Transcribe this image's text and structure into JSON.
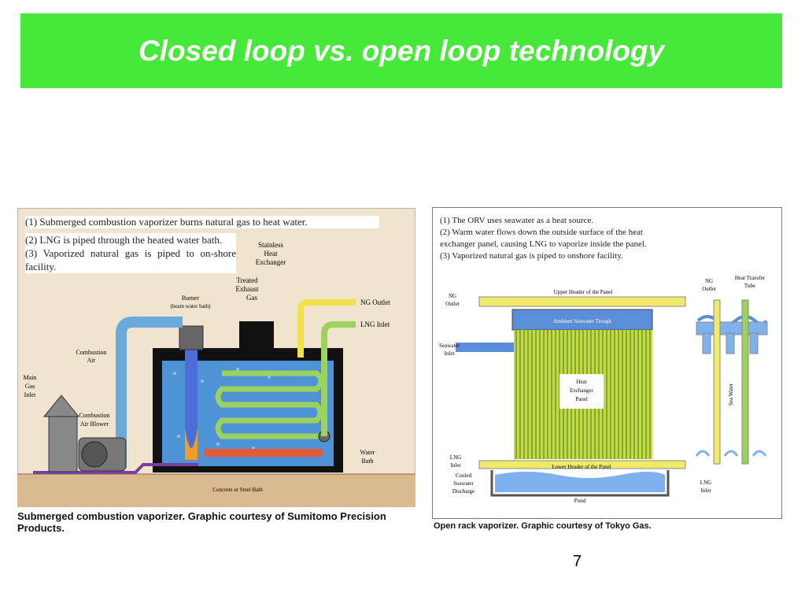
{
  "slide": {
    "title": "Closed loop vs. open loop technology",
    "page_number": "7"
  },
  "left_diagram": {
    "notes": [
      "(1) Submerged combustion vaporizer burns natural gas to heat water.",
      "(2) LNG is piped through the heated water bath.",
      "(3) Vaporized natural gas is piped to on-shore facility."
    ],
    "labels": {
      "stainless": "Stainless",
      "heat": "Heat",
      "exchanger": "Exchanger",
      "treated": "Treated",
      "exhaust": "Exhaust",
      "gas": "Gas",
      "burner": "Burner",
      "burner_sub": "(beam water bath)",
      "ng_outlet": "NG Outlet",
      "lng_inlet": "LNG Inlet",
      "combustion": "Combustion",
      "air": "Air",
      "main": "Main",
      "gas2": "Gas",
      "inlet": "Inlet",
      "combustion2": "Combustion",
      "air_blower": "Air Blower",
      "water": "Water",
      "bath": "Bath",
      "concrete": "Concrete or Steel Bath"
    },
    "caption": "Submerged combustion vaporizer. Graphic courtesy of Sumitomo Precision Products."
  },
  "right_diagram": {
    "notes": [
      "(1) The ORV uses seawater as a heat source.",
      "(2) Warm water flows down the outside surface of the heat exchanger panel, causing LNG to vaporize inside the panel.",
      "(3) Vaporized natural gas is piped to onshore facility."
    ],
    "labels": {
      "upper_header": "Upper Header of the Panel",
      "trough": "Ambient Seawater Trough",
      "ng": "NG",
      "outlet": "Outlet",
      "seawater": "Seawater",
      "inlet": "Inlet",
      "heat": "Heat",
      "exchanger": "Exchanger",
      "panel": "Panel",
      "lng": "LNG",
      "lng_inlet": "Inlet",
      "cooled": "Cooled",
      "seawater2": "Seawater",
      "discharge": "Discharge",
      "lower_header": "Lower Header of the Panel",
      "pond": "Pond",
      "heat_transfer": "Heat Transfer",
      "tube": "Tube",
      "ng2": "NG",
      "outlet2": "Outlet",
      "sea_water": "Sea Water",
      "lng2": "LNG",
      "inlet2": "Inlet"
    },
    "caption": "Open rack vaporizer. Graphic courtesy of Tokyo Gas."
  },
  "colors": {
    "title_bg": "#46e83a",
    "left_bg": "#f0e4cf",
    "bath_water": "#4d93d6",
    "pipe_yellow": "#f2e24a",
    "pipe_green": "#9bd15c",
    "pipe_blue": "#6aa9dc",
    "header_yellow": "#f0ea6a",
    "trough_blue": "#5b8ed6"
  }
}
